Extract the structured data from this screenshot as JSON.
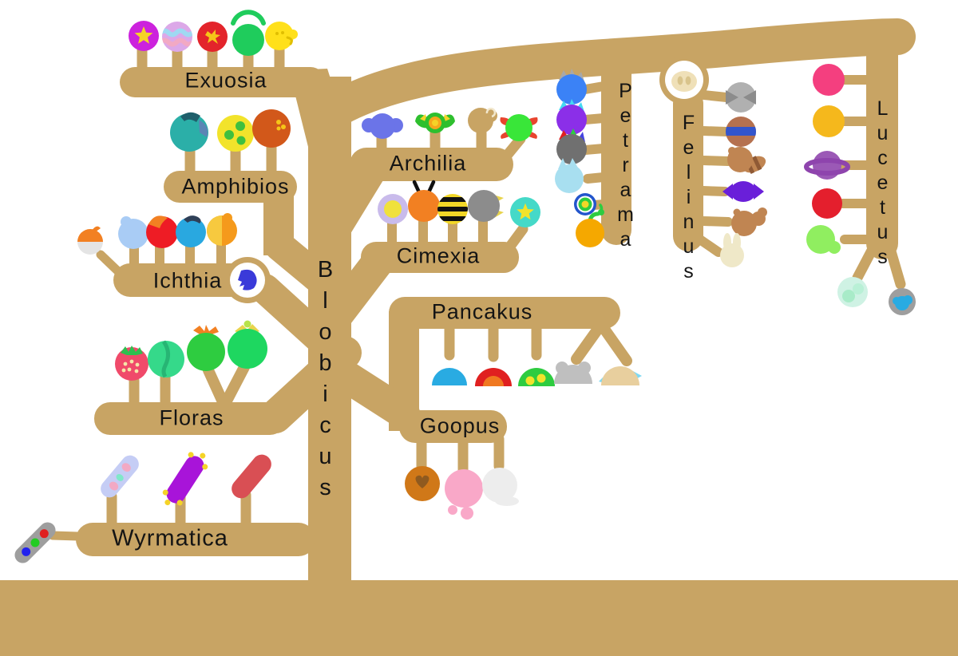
{
  "canvas": {
    "background": "#FFFFFF",
    "tree_color": "#C8A464",
    "label_color": "#141414"
  },
  "root": {
    "label": "Blobicus"
  },
  "clades": {
    "exuosia": {
      "label": "Exuosia",
      "creatures": [
        {
          "name": "star-blob",
          "colors": [
            "#CC22DD",
            "#F5D327"
          ]
        },
        {
          "name": "striped-blob",
          "colors": [
            "#DCA8E8",
            "#9FD9F2",
            "#F2A9C4"
          ]
        },
        {
          "name": "rune-blob",
          "colors": [
            "#E3242B",
            "#F5C518"
          ]
        },
        {
          "name": "halo-blob",
          "colors": [
            "#1FCC5C"
          ]
        },
        {
          "name": "chick-blob",
          "colors": [
            "#FFE01A"
          ]
        }
      ]
    },
    "amphibios": {
      "label": "Amphibios",
      "creatures": [
        {
          "name": "finned-blob",
          "colors": [
            "#2BAFA8",
            "#1F5F6B",
            "#5B85B5"
          ]
        },
        {
          "name": "spotted-blob",
          "colors": [
            "#F2E32B",
            "#3FBF3F"
          ]
        },
        {
          "name": "dotted-blob",
          "colors": [
            "#D2581A",
            "#F5C518"
          ]
        }
      ]
    },
    "ichthia": {
      "label": "Ichthia",
      "creatures": [
        {
          "name": "capped-blob",
          "colors": [
            "#F28022",
            "#E4E4E4"
          ]
        },
        {
          "name": "pale-blue-fish-blob",
          "colors": [
            "#A9CCF5"
          ]
        },
        {
          "name": "red-fish-blob",
          "colors": [
            "#EE1C25",
            "#F28022"
          ]
        },
        {
          "name": "blue-fish-blob",
          "colors": [
            "#29A8E0",
            "#2F4058"
          ]
        },
        {
          "name": "gold-fish-blob",
          "colors": [
            "#F59A1C",
            "#F7C93F"
          ]
        },
        {
          "name": "circled-fish",
          "colors": [
            "#3A3AD9"
          ]
        }
      ]
    },
    "floras": {
      "label": "Floras",
      "creatures": [
        {
          "name": "strawberry-blob",
          "colors": [
            "#F04A6A",
            "#2EBF4F",
            "#F5E6A8"
          ]
        },
        {
          "name": "melon-blob",
          "colors": [
            "#35D98A",
            "#27B574"
          ]
        },
        {
          "name": "sprout-blob",
          "colors": [
            "#2ECC40",
            "#F28022"
          ]
        },
        {
          "name": "flower-blob",
          "colors": [
            "#1ED760",
            "#E8D44D"
          ]
        }
      ]
    },
    "wyrmatica": {
      "label": "Wyrmatica",
      "creatures": [
        {
          "name": "signal-worm",
          "colors": [
            "#9E9E9E",
            "#E02020",
            "#22CC22",
            "#2222EE"
          ]
        },
        {
          "name": "pastel-worm",
          "colors": [
            "#C5CDF5",
            "#F2A9C4",
            "#7FE8C9"
          ]
        },
        {
          "name": "violet-worm",
          "colors": [
            "#A814D9",
            "#F5D327"
          ]
        },
        {
          "name": "red-worm",
          "colors": [
            "#D94F54"
          ]
        }
      ]
    },
    "archilia": {
      "label": "Archilia",
      "creatures": [
        {
          "name": "bat-blob",
          "colors": [
            "#6B74E8"
          ]
        },
        {
          "name": "moth-blob",
          "colors": [
            "#2EBF2E",
            "#F5A81C",
            "#F5D327"
          ]
        },
        {
          "name": "snail-blob",
          "colors": [
            "#C8A464"
          ]
        },
        {
          "name": "crab-blob",
          "colors": [
            "#39E639",
            "#E8442E"
          ]
        }
      ]
    },
    "cimexia": {
      "label": "Cimexia",
      "creatures": [
        {
          "name": "glow-bug",
          "colors": [
            "#C9BBEB",
            "#F0E13C"
          ]
        },
        {
          "name": "antenna-bug",
          "colors": [
            "#F28022",
            "#111111"
          ]
        },
        {
          "name": "bee-bug",
          "colors": [
            "#F2D727",
            "#111111"
          ]
        },
        {
          "name": "claw-bug",
          "colors": [
            "#8C8C8C",
            "#E8D44D"
          ]
        },
        {
          "name": "star-bug",
          "colors": [
            "#45D9C8",
            "#F2E32B"
          ]
        }
      ]
    },
    "pancakus": {
      "label": "Pancakus",
      "creatures": [
        {
          "name": "blue-pancake",
          "colors": [
            "#29ABE2"
          ]
        },
        {
          "name": "red-pancake",
          "colors": [
            "#E02020",
            "#F07820"
          ]
        },
        {
          "name": "green-pancake",
          "colors": [
            "#2ECC40",
            "#F2E32B"
          ]
        },
        {
          "name": "eared-pancake",
          "colors": [
            "#BFBFBF"
          ]
        },
        {
          "name": "horned-pancake",
          "colors": [
            "#E8CF9E",
            "#7FD9F2"
          ]
        }
      ]
    },
    "goopus": {
      "label": "Goopus",
      "creatures": [
        {
          "name": "heart-goo",
          "colors": [
            "#D07818",
            "#8F5A1F"
          ]
        },
        {
          "name": "pink-goo",
          "colors": [
            "#F9A8C8"
          ]
        },
        {
          "name": "white-goo",
          "colors": [
            "#EDEDED"
          ]
        }
      ]
    },
    "petrama": {
      "label": "Petrama",
      "creatures": [
        {
          "name": "gray-crowned-rock",
          "colors": [
            "#3B82F6",
            "#A8A8A8"
          ]
        },
        {
          "name": "cyan-crowned-rock",
          "colors": [
            "#8B2FE8",
            "#45D9F2"
          ]
        },
        {
          "name": "rgb-crowned-rock",
          "colors": [
            "#707070",
            "#E02020",
            "#2ECC40",
            "#4444E0"
          ]
        },
        {
          "name": "tulip-rock",
          "colors": [
            "#A8DFF0"
          ]
        },
        {
          "name": "geode-rock",
          "colors": [
            "#2255CC",
            "#2ECC40",
            "#F2D727"
          ]
        },
        {
          "name": "pumpkin-rock",
          "colors": [
            "#F5A800",
            "#2ECC40"
          ]
        }
      ]
    },
    "felinus": {
      "label": "Felinus",
      "creatures": [
        {
          "name": "snout-blob",
          "colors": [
            "#EFE0B8",
            "#D9C48C"
          ]
        },
        {
          "name": "silver-blob",
          "colors": [
            "#B0B0B0",
            "#8C8C8C"
          ]
        },
        {
          "name": "banded-blob",
          "colors": [
            "#B5714F",
            "#3355CC"
          ]
        },
        {
          "name": "striped-tail-cat",
          "colors": [
            "#C08552",
            "#8F5A35"
          ]
        },
        {
          "name": "candy-blob",
          "colors": [
            "#6A1FD9"
          ]
        },
        {
          "name": "squirrel-blob",
          "colors": [
            "#C08552"
          ]
        },
        {
          "name": "bunny-blob",
          "colors": [
            "#EFE8C8"
          ]
        }
      ]
    },
    "lucetus": {
      "label": "Lucetus",
      "creatures": [
        {
          "name": "pink-orb",
          "colors": [
            "#F43F7F"
          ]
        },
        {
          "name": "gold-orb",
          "colors": [
            "#F5B81C"
          ]
        },
        {
          "name": "ringed-orb",
          "colors": [
            "#9B59B6",
            "#8E44AD"
          ]
        },
        {
          "name": "red-orb",
          "colors": [
            "#E41F2D"
          ]
        },
        {
          "name": "green-orb",
          "colors": [
            "#90EE60"
          ]
        },
        {
          "name": "mint-orb",
          "colors": [
            "#CFF2E4",
            "#A8EBC8"
          ]
        },
        {
          "name": "cloud-orb",
          "colors": [
            "#9E9E9E",
            "#29ABE2"
          ]
        }
      ]
    }
  }
}
